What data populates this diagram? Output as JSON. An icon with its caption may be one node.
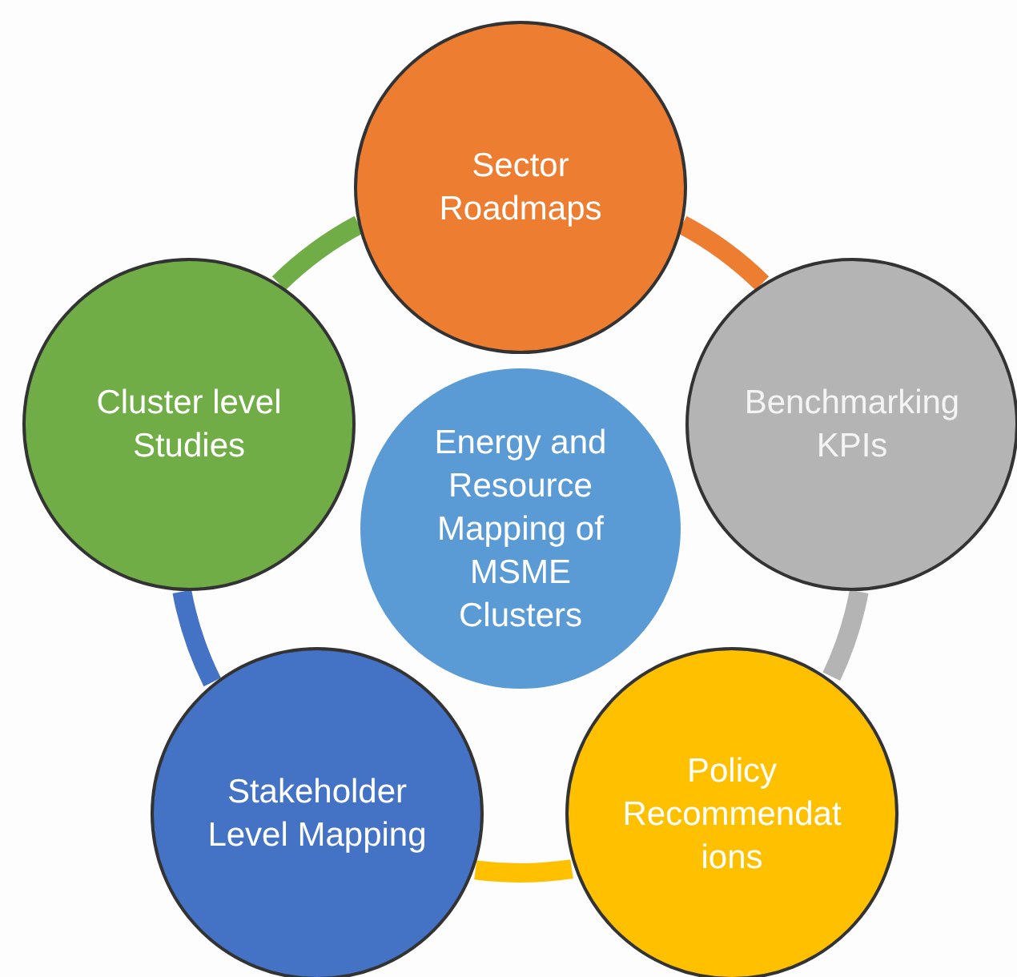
{
  "diagram": {
    "nodes": [
      {
        "text": [
          "Sector Roadmaps"
        ]
      },
      {
        "text": [
          "Benchmarking KPIs"
        ]
      },
      {
        "text": [
          "Policy Recommendat ions"
        ]
      },
      {
        "text": [
          "Stakeholder Level Mapping"
        ]
      },
      {
        "text": [
          "Cluster level Studies"
        ]
      },
      {
        "text": [
          "Energy and Resource Mapping of MSME Clusters"
        ]
      }
    ],
    "edges": [
      {
        "from": 0,
        "to": 1,
        "arrow": "none",
        "color": "#ed7d31"
      },
      {
        "from": 1,
        "to": 2,
        "arrow": "none",
        "color": "#b4b4b4"
      },
      {
        "from": 2,
        "to": 3,
        "arrow": "none",
        "color": "#ffc000"
      },
      {
        "from": 3,
        "to": 4,
        "arrow": "none",
        "color": "#4472c4"
      },
      {
        "from": 4,
        "to": 0,
        "arrow": "none",
        "color": "#70ad47"
      }
    ]
  }
}
